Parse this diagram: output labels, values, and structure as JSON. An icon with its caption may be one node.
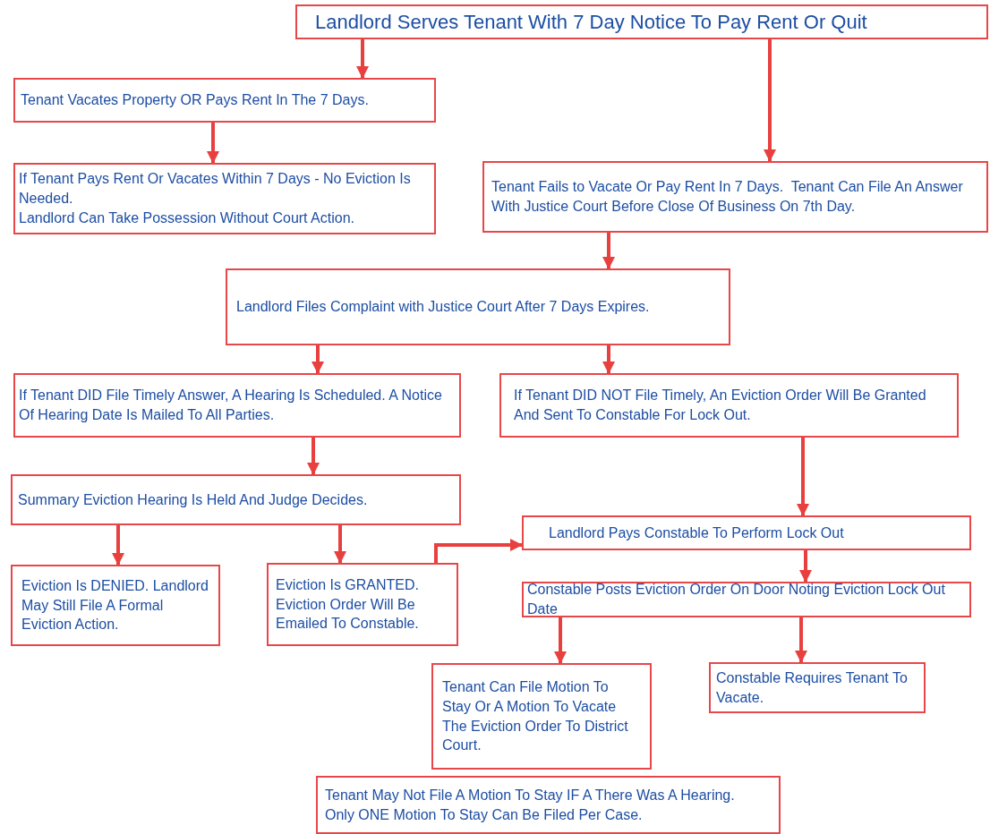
{
  "diagram": {
    "nodes": [
      {
        "text": [
          "Landlord Serves Tenant With 7 Day Notice To Pay Rent Or Quit"
        ]
      },
      {
        "text": [
          "Tenant Vacates Property OR Pays Rent In The 7 Days."
        ]
      },
      {
        "text": [
          "If Tenant Pays Rent Or Vacates Within 7 Days - No Eviction Is Needed.",
          "Landlord Can Take Possession Without Court Action."
        ]
      },
      {
        "text": [
          "Tenant Fails to Vacate Or Pay Rent In 7 Days.  Tenant Can File An Answer With Justice Court Before Close Of Business On 7th Day."
        ]
      },
      {
        "text": [
          "Landlord Files Complaint with Justice Court After 7 Days Expires."
        ]
      },
      {
        "text": [
          "If Tenant DID File Timely Answer, A Hearing Is Scheduled. A Notice Of Hearing Date Is Mailed To All Parties."
        ]
      },
      {
        "text": [
          "If Tenant DID NOT File Timely, An Eviction Order Will Be Granted And Sent To Constable For Lock Out."
        ]
      },
      {
        "text": [
          "Summary Eviction Hearing Is Held And Judge Decides."
        ]
      },
      {
        "text": [
          "Landlord Pays Constable To Perform Lock Out"
        ]
      },
      {
        "text": [
          "Eviction Is DENIED. Landlord May Still File A Formal Eviction Action."
        ]
      },
      {
        "text": [
          "Eviction Is GRANTED. Eviction Order Will Be Emailed To Constable."
        ]
      },
      {
        "text": [
          "Constable Posts Eviction Order On Door Noting Eviction Lock Out Date"
        ]
      },
      {
        "text": [
          "Tenant Can File Motion To Stay Or A Motion To Vacate The Eviction Order To District Court."
        ]
      },
      {
        "text": [
          "Constable Requires Tenant To Vacate."
        ]
      },
      {
        "text": [
          "Tenant May Not File A Motion To Stay IF A There Was A Hearing.  Only ONE Motion To Stay Can Be Filed Per Case."
        ]
      }
    ],
    "edges": [
      {
        "from": 0,
        "to": 1,
        "arrow": "to"
      },
      {
        "from": 0,
        "to": 3,
        "arrow": "to"
      },
      {
        "from": 1,
        "to": 2,
        "arrow": "to"
      },
      {
        "from": 3,
        "to": 4,
        "arrow": "to"
      },
      {
        "from": 4,
        "to": 5,
        "arrow": "to"
      },
      {
        "from": 4,
        "to": 6,
        "arrow": "to"
      },
      {
        "from": 5,
        "to": 7,
        "arrow": "to"
      },
      {
        "from": 6,
        "to": 8,
        "arrow": "to"
      },
      {
        "from": 7,
        "to": 9,
        "arrow": "to"
      },
      {
        "from": 7,
        "to": 10,
        "arrow": "to"
      },
      {
        "from": 10,
        "to": 8,
        "arrow": "to"
      },
      {
        "from": 8,
        "to": 11,
        "arrow": "to"
      },
      {
        "from": 11,
        "to": 12,
        "arrow": "to"
      },
      {
        "from": 11,
        "to": 13,
        "arrow": "to"
      }
    ]
  }
}
